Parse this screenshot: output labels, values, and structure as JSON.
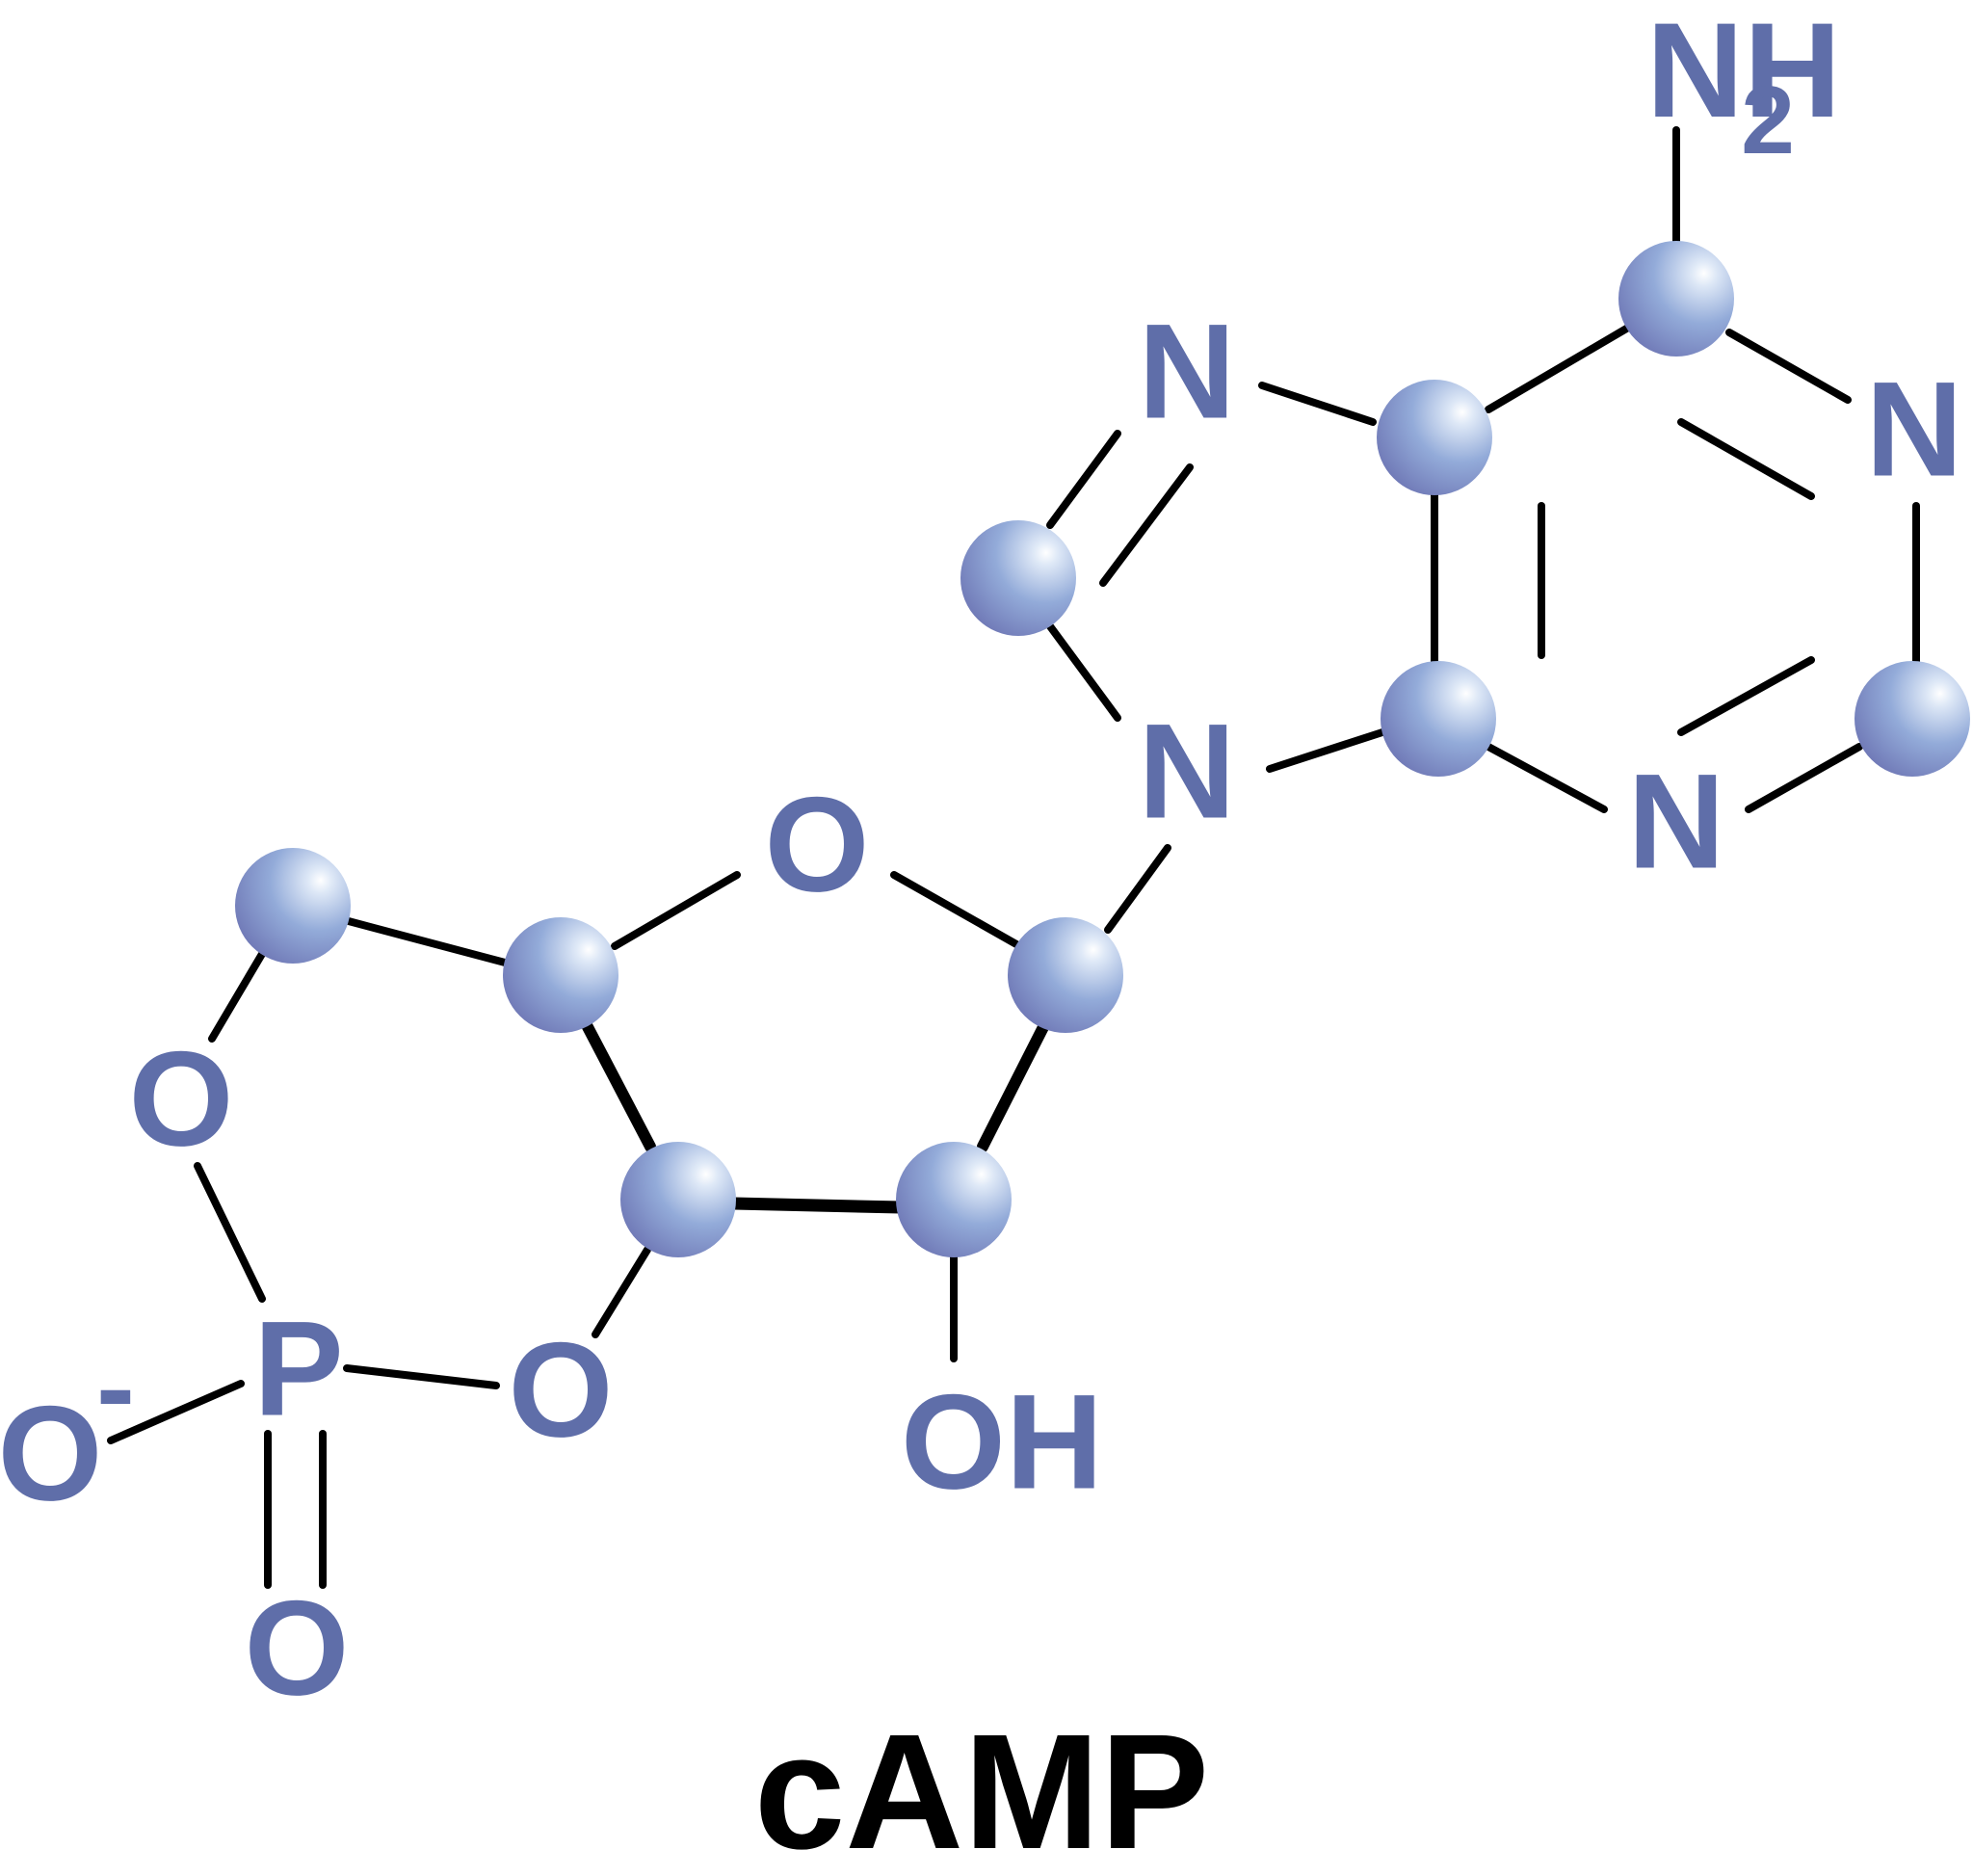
{
  "caption": "cAMP",
  "colors": {
    "label": "#5f6ea9",
    "caption": "#000000",
    "bond": "#000000",
    "sphere_light": "#ffffff",
    "sphere_mid": "#93abd9",
    "sphere_dark": "#6c74b3"
  },
  "atoms": {
    "amine": {
      "main": "NH",
      "sub": "2"
    },
    "n_imidazole_top": "N",
    "n_pyrimidine_right": "N",
    "n_pyrimidine_bottom": "N",
    "n_glycosidic": "N",
    "o_ring": "O",
    "o_ester_left": "O",
    "o_ester_right": "O",
    "phosphorus": "P",
    "o_anion": {
      "main": "O",
      "charge": "-"
    },
    "o_double": "O",
    "hydroxyl": "OH"
  }
}
